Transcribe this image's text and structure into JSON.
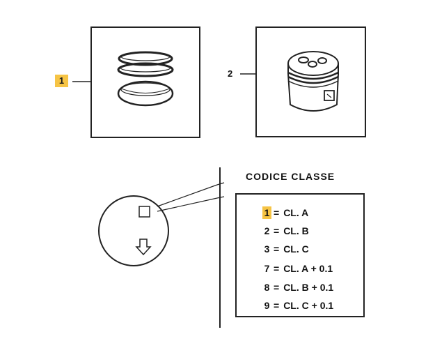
{
  "callouts": {
    "part_1": "1",
    "part_2": "2"
  },
  "legend": {
    "title": "CODICE  CLASSE",
    "rows": [
      {
        "code": "1",
        "eq": "=",
        "value": "CL. A"
      },
      {
        "code": "2",
        "eq": "=",
        "value": "CL. B"
      },
      {
        "code": "3",
        "eq": "=",
        "value": "CL. C"
      },
      {
        "code": "7",
        "eq": "=",
        "value": "CL. A + 0.1"
      },
      {
        "code": "8",
        "eq": "=",
        "value": "CL. B + 0.1"
      },
      {
        "code": "9",
        "eq": "=",
        "value": "CL. C + 0.1"
      }
    ]
  },
  "colors": {
    "highlight": "#f6c445",
    "ink": "#111111"
  }
}
